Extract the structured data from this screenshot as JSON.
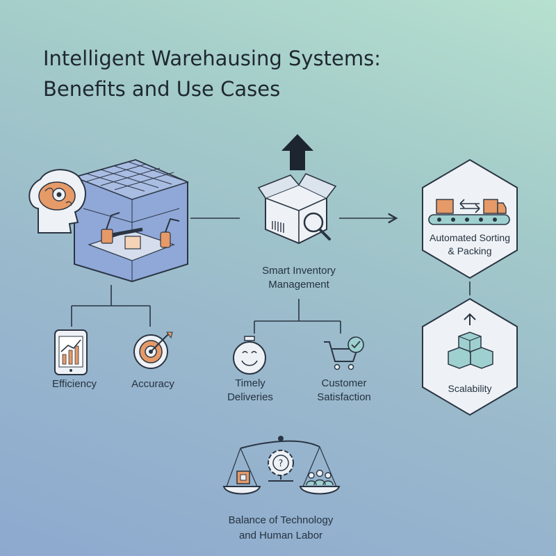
{
  "title": {
    "line1": "Intelligent Warehausing Systems:",
    "line2": "Benefits and Use Cases"
  },
  "nodes": {
    "smart_inventory": {
      "line1": "Smart Inventory",
      "line2": "Management",
      "icon": "box-search-icon"
    },
    "automated_sorting": {
      "line1": "Automated Sorting",
      "line2": "& Packing",
      "icon": "conveyor-icon"
    },
    "scalability": {
      "label": "Scalability",
      "icon": "stacked-boxes-icon"
    },
    "efficiency": {
      "label": "Efficiency",
      "icon": "tablet-chart-icon"
    },
    "accuracy": {
      "label": "Accuracy",
      "icon": "target-icon"
    },
    "timely_deliveries": {
      "line1": "Timely",
      "line2": "Deliveries",
      "icon": "smiling-stopwatch-icon"
    },
    "customer_satisfaction": {
      "line1": "Customer",
      "line2": "Satisfaction",
      "icon": "cart-check-icon"
    },
    "balance": {
      "line1": "Balance of Technology",
      "line2": "and Human Labor",
      "icon": "balance-scale-icon"
    }
  },
  "colors": {
    "stroke": "#2a3442",
    "accent": "#e59a68",
    "blue_fill": "#8fa8d8",
    "teal_fill": "#9fd0d0",
    "light_fill": "#eef2f6"
  }
}
